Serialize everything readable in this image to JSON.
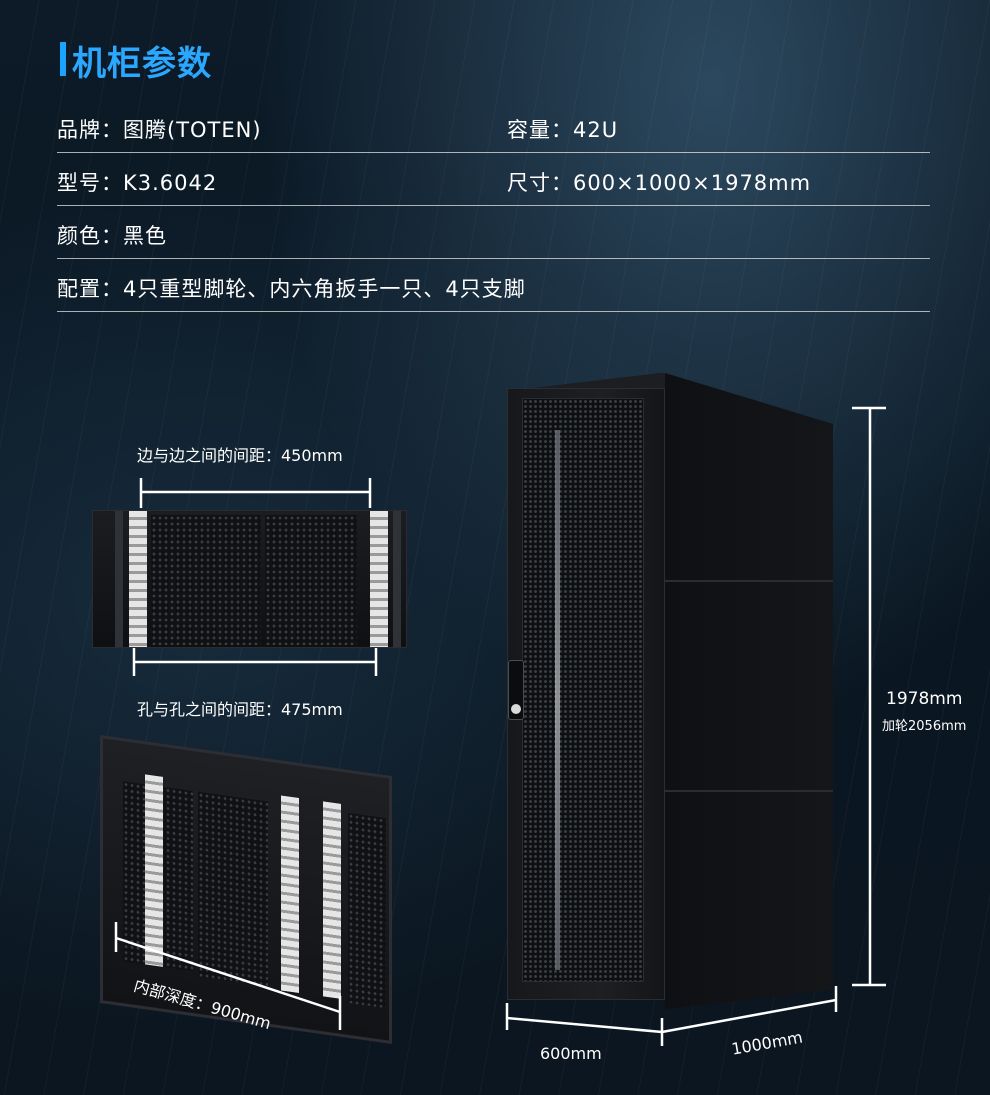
{
  "header": {
    "title": "机柜参数"
  },
  "specs": {
    "brand": "品牌：图腾(TOTEN)",
    "capacity": "容量：42U",
    "model": "型号：K3.6042",
    "size": "尺寸：600×1000×1978mm",
    "color": "颜色：黑色",
    "config": "配置：4只重型脚轮、内六角扳手一只、4只支脚"
  },
  "dimensions": {
    "edge_spacing": "边与边之间的间距：450mm",
    "hole_spacing": "孔与孔之间的间距：475mm",
    "inner_depth": "内部深度：900mm",
    "height": "1978mm",
    "height_with_wheels": "加轮2056mm",
    "width": "600mm",
    "depth": "1000mm"
  },
  "colors": {
    "accent": "#2aa8ff",
    "background": "#0b1620"
  },
  "icons": {
    "title_marker": "vertical-bar-icon"
  }
}
